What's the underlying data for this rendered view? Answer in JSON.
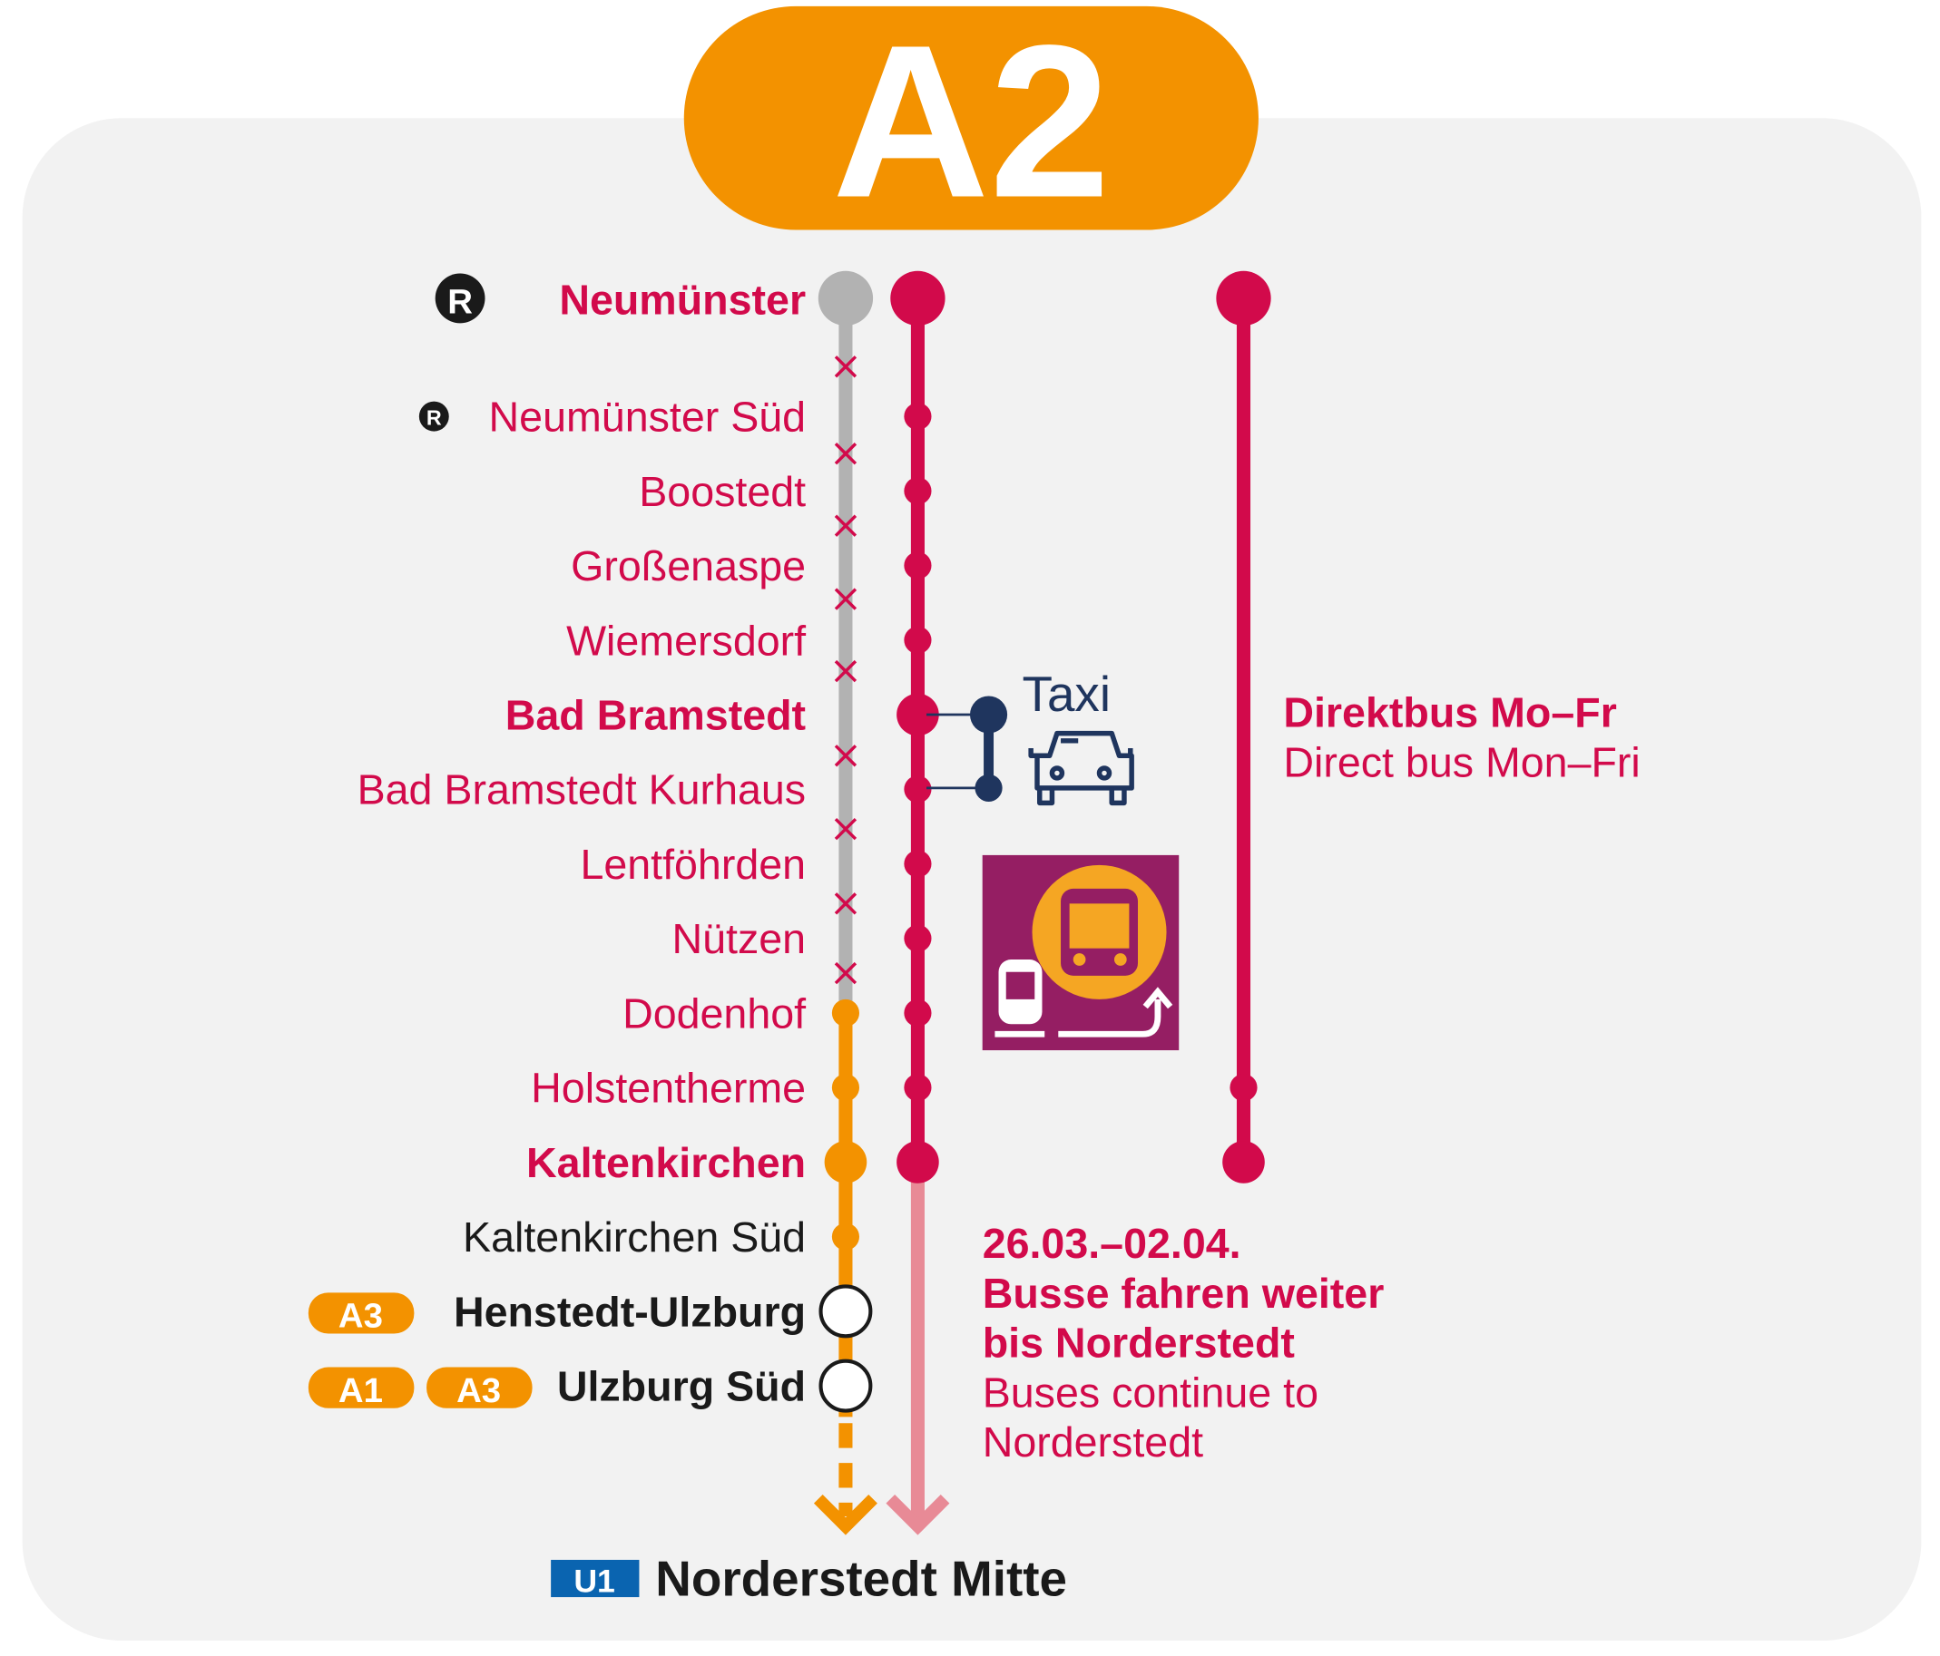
{
  "line_label": "A2",
  "colors": {
    "red": "#D20A4B",
    "orange": "#F39200",
    "gray": "#B2B2B2",
    "pink": "#E88A96",
    "navy": "#1F355E",
    "purple": "#951E63",
    "blue": "#0A64B0",
    "panel": "#F2F2F2"
  },
  "stations": [
    {
      "name": "Neumünster",
      "rail_icon": "R"
    },
    {
      "name": "Neumünster Süd",
      "rail_icon": "R"
    },
    {
      "name": "Boostedt"
    },
    {
      "name": "Großenaspe"
    },
    {
      "name": "Wiemersdorf"
    },
    {
      "name": "Bad Bramstedt"
    },
    {
      "name": "Bad Bramstedt Kurhaus"
    },
    {
      "name": "Lentföhrden"
    },
    {
      "name": "Nützen"
    },
    {
      "name": "Dodenhof"
    },
    {
      "name": "Holstentherme"
    },
    {
      "name": "Kaltenkirchen"
    },
    {
      "name": "Kaltenkirchen Süd"
    },
    {
      "name": "Henstedt-Ulzburg",
      "transfers": [
        "A3"
      ]
    },
    {
      "name": "Ulzburg Süd",
      "transfers": [
        "A1",
        "A3"
      ]
    }
  ],
  "terminus": {
    "badge": "U1",
    "name": "Norderstedt Mitte"
  },
  "taxi": {
    "label": "Taxi",
    "icon": "taxi-icon"
  },
  "replacement_icon": "rail-replacement-bus-icon",
  "direct_bus": {
    "title": "Direktbus Mo–Fr",
    "subtitle": "Direct bus Mon–Fri"
  },
  "extension_note": {
    "dates": "26.03.–02.04.",
    "line1": "Busse fahren weiter",
    "line2": "bis Norderstedt",
    "line3": "Buses continue to",
    "line4": "Norderstedt"
  }
}
